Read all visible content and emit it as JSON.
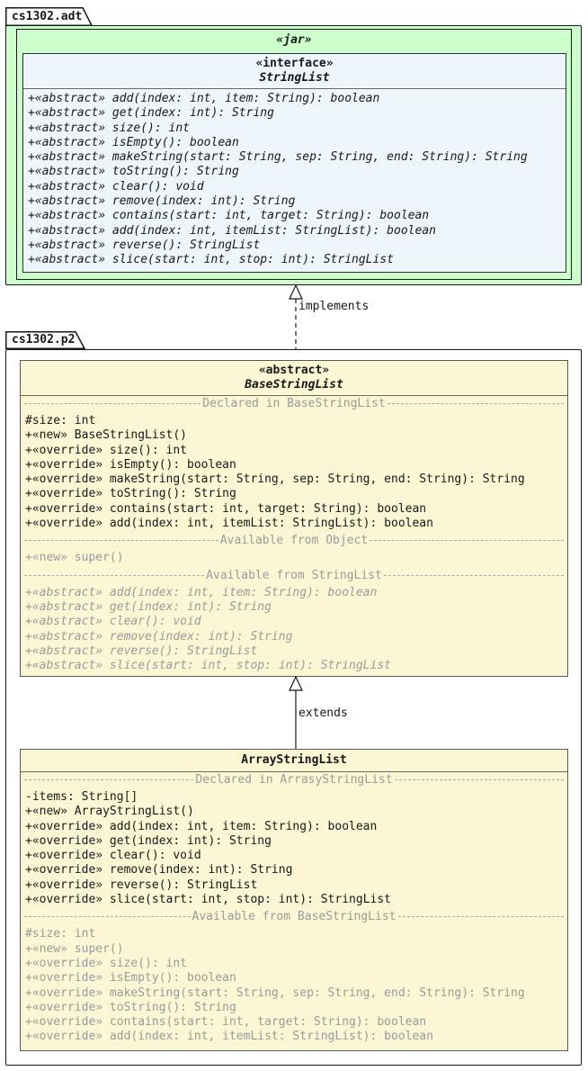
{
  "adt": {
    "label": "cs1302.adt",
    "jar_stereotype": "«jar»",
    "interface": {
      "stereotype": "«interface»",
      "name": "StringList",
      "members": [
        "+«abstract» add(index: int, item: String): boolean",
        "+«abstract» get(index: int): String",
        "+«abstract» size(): int",
        "+«abstract» isEmpty(): boolean",
        "+«abstract» makeString(start: String, sep: String, end: String): String",
        "+«abstract» toString(): String",
        "+«abstract» clear(): void",
        "+«abstract» remove(index: int): String",
        "+«abstract» contains(start: int, target: String): boolean",
        "+«abstract» add(index: int, itemList: StringList): boolean",
        "+«abstract» reverse(): StringList",
        "+«abstract» slice(start: int, stop: int): StringList"
      ]
    }
  },
  "relations": {
    "implements": "implements",
    "extends": "extends"
  },
  "p2": {
    "label": "cs1302.p2",
    "base": {
      "stereotype": "«abstract»",
      "name": "BaseStringList",
      "declared_title": "Declared in BaseStringList",
      "declared_members": [
        "#size: int",
        "+«new» BaseStringList()",
        "+«override» size(): int",
        "+«override» isEmpty(): boolean",
        "+«override» makeString(start: String, sep: String, end: String): String",
        "+«override» toString(): String",
        "+«override» contains(start: int, target: String): boolean",
        "+«override» add(index: int, itemList: StringList): boolean"
      ],
      "object_title": "Available from Object",
      "object_members": [
        "+«new» super()"
      ],
      "stringlist_title": "Available from StringList",
      "stringlist_members": [
        "+«abstract» add(index: int, item: String): boolean",
        "+«abstract» get(index: int): String",
        "+«abstract» clear(): void",
        "+«abstract» remove(index: int): String",
        "+«abstract» reverse(): StringList",
        "+«abstract» slice(start: int, stop: int): StringList"
      ]
    },
    "array": {
      "name": "ArrayStringList",
      "declared_title": "Declared in ArrasyStringList",
      "declared_members": [
        "-items: String[]",
        "+«new» ArrayStringList()",
        "+«override» add(index: int, item: String): boolean",
        "+«override» get(index: int): String",
        "+«override» clear(): void",
        "+«override» remove(index: int): String",
        "+«override» reverse(): StringList",
        "+«override» slice(start: int, stop: int): StringList"
      ],
      "inherited_title": "Available from BaseStringList",
      "inherited_members": [
        "#size: int",
        "+«new» super()",
        "+«override» size(): int",
        "+«override» isEmpty(): boolean",
        "+«override» makeString(start: String, sep: String, end: String): String",
        "+«override» toString(): String",
        "+«override» contains(start: int, target: String): boolean",
        "+«override» add(index: int, itemList: StringList): boolean"
      ]
    }
  },
  "colors": {
    "package_green": "#ccffcc",
    "interface_fill": "#eef6fc",
    "class_fill": "#fcf6d4",
    "muted_text": "#9a9a9a"
  }
}
